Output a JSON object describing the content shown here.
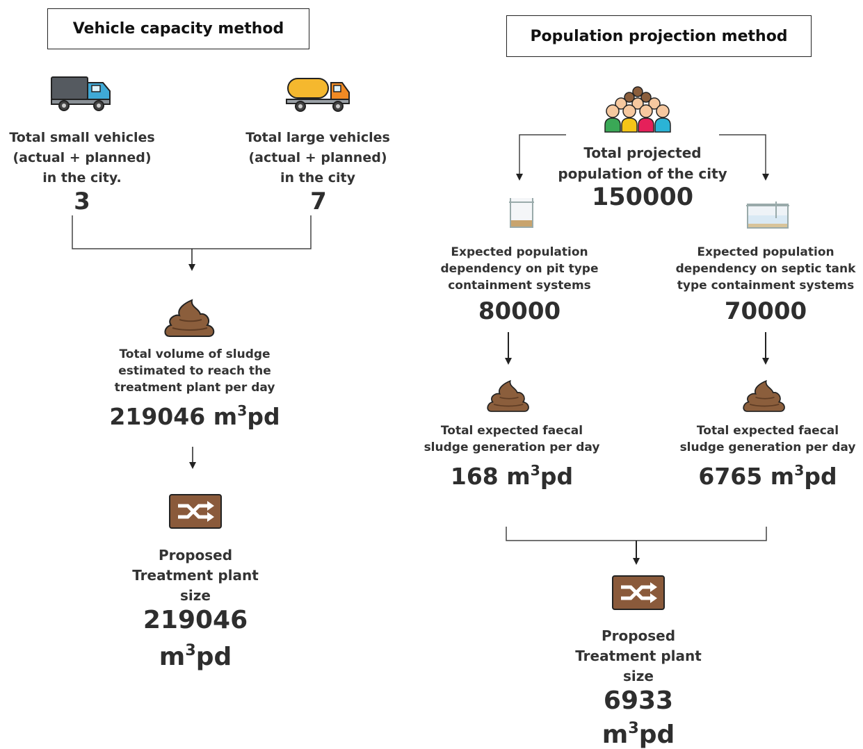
{
  "left": {
    "title": "Vehicle capacity method",
    "small_label": [
      "Total small vehicles",
      "(actual + planned)",
      "in the city."
    ],
    "small_value": "3",
    "large_label": [
      "Total large vehicles",
      "(actual + planned)",
      "in the city"
    ],
    "large_value": "7",
    "sludge_label": [
      "Total volume of sludge",
      "estimated to reach the",
      "treatment plant per day"
    ],
    "sludge_value": "219046",
    "unit_m": "m",
    "unit_sup": "3",
    "unit_pd": "pd",
    "proposed_label": [
      "Proposed",
      "Treatment plant",
      "size"
    ],
    "proposed_value": "219046"
  },
  "right": {
    "title": "Population projection method",
    "pop_label": [
      "Total projected",
      "population of the city"
    ],
    "pop_value": "150000",
    "pit_label": [
      "Expected population",
      "dependency on pit type",
      "containment systems"
    ],
    "pit_value": "80000",
    "septic_label": [
      "Expected population",
      "dependency on septic tank",
      "type containment systems"
    ],
    "septic_value": "70000",
    "fs_label": [
      "Total expected faecal",
      "sludge generation per day"
    ],
    "fs_pit_value": "168",
    "fs_septic_value": "6765",
    "proposed_label": [
      "Proposed",
      "Treatment plant",
      "size"
    ],
    "proposed_value": "6933"
  },
  "icons": [
    "small-truck-icon",
    "tanker-truck-icon",
    "crowd-icon",
    "pit-icon",
    "septic-tank-icon",
    "sludge-icon",
    "treatment-plant-icon"
  ],
  "colors": {
    "sludge": "#8b5e3c",
    "plant": "#8a5a3b",
    "truck_yellow": "#f5b82e",
    "truck_blue": "#3fa9d6",
    "text": "#333333"
  }
}
